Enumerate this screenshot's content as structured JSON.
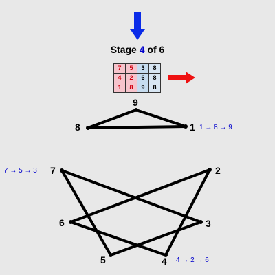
{
  "stage": {
    "prefix": "Stage",
    "current": "4",
    "suffix": "of 6"
  },
  "grid": [
    [
      "7",
      "5",
      "3",
      "8"
    ],
    [
      "4",
      "2",
      "6",
      "8"
    ],
    [
      "1",
      "8",
      "9",
      "8"
    ]
  ],
  "arrows": {
    "down_color": "#0a2be8",
    "right_color": "#ee1111"
  },
  "top_triangle": {
    "nodes": [
      "9",
      "8",
      "1"
    ],
    "sequence": "1 → 8 → 9"
  },
  "bottom_graph": {
    "nodes": [
      "7",
      "2",
      "6",
      "3",
      "5",
      "4"
    ],
    "sequence_left": "7 → 5 → 3",
    "sequence_right": "4 → 2 → 6"
  }
}
